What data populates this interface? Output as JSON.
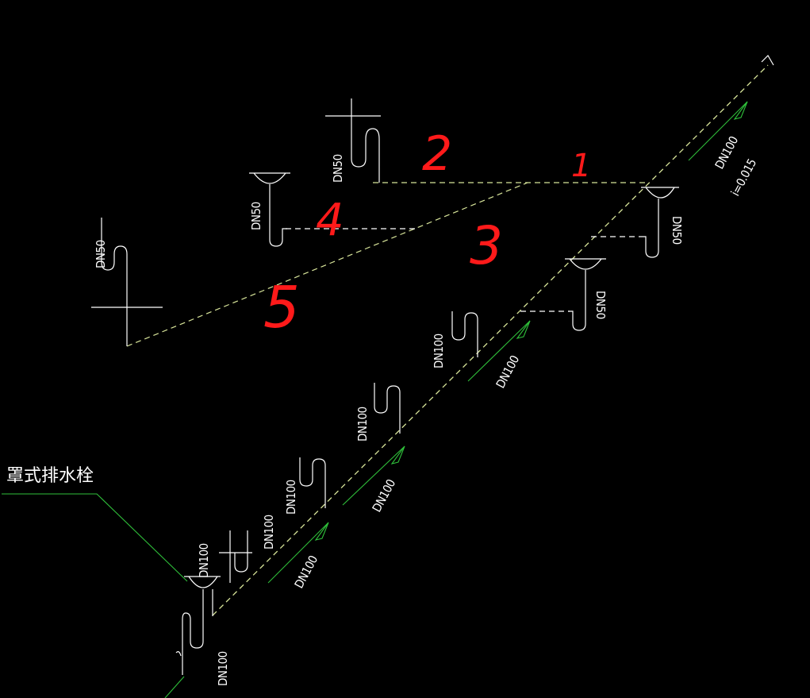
{
  "colors": {
    "background": "#000000",
    "pipe_main": "#d8e59a",
    "pipe_drain": "#ffffff",
    "leader": "#2fbf3a",
    "annotation": "#ff1a1a",
    "text": "#ffffff"
  },
  "labels": {
    "dn50_top_trap": "DN50",
    "dn50_left_basin": "DN50",
    "dn50_far_left": "DN50",
    "dn50_right_basin": "DN50",
    "dn50_mid_basin": "DN50",
    "dn100_riser": "DN100",
    "slope": "i=0.015",
    "dn100_branch_1": "DN100",
    "dn100_branch_2": "DN100",
    "dn100_branch_3": "DN100",
    "dn100_branch_4": "DN100",
    "dn100_branch_5": "DN100",
    "dn100_pipe_1": "DN100",
    "dn100_pipe_2": "DN100",
    "dn100_pipe_3": "DN100",
    "dn100_bottom": "DN100",
    "floor_drain_callout": "罩式排水栓"
  },
  "annotations": [
    "1",
    "2",
    "3",
    "4",
    "5"
  ]
}
